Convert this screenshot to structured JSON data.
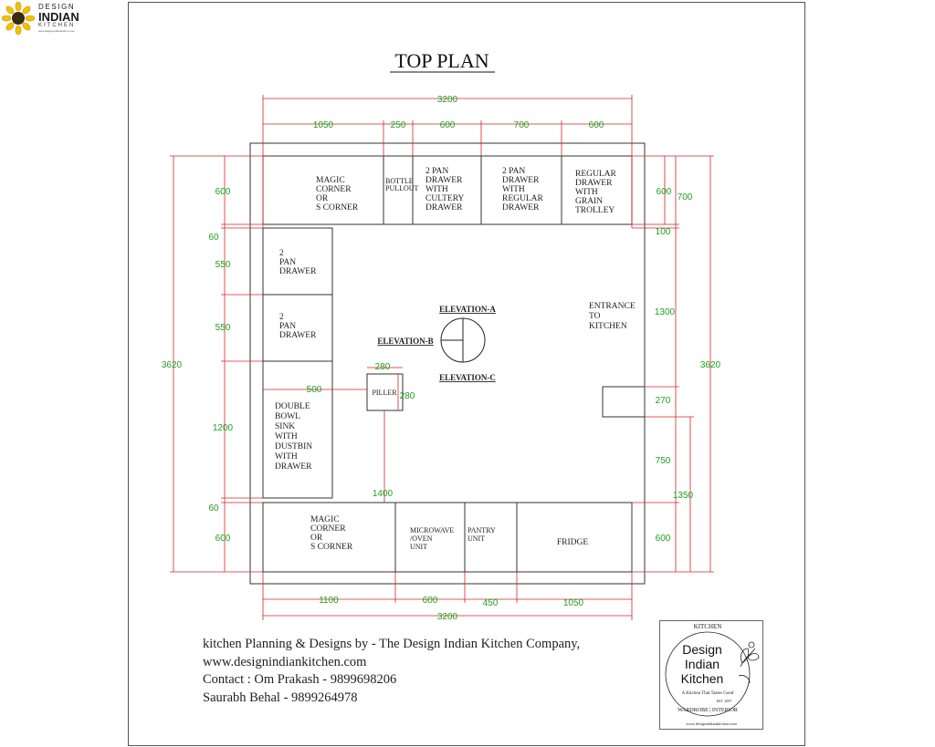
{
  "logo": {
    "line1": "DESIGN",
    "line2": "INDIAN",
    "line3": "KITCHEN",
    "url": "www.designindiankitchen.com",
    "accent": "#f2c200"
  },
  "title": "TOP PLAN",
  "dims": {
    "top_total": "3200",
    "top_1": "1050",
    "top_2": "250",
    "top_3": "600",
    "top_4": "700",
    "top_5": "600",
    "bot_total": "3200",
    "bot_1": "1100",
    "bot_2": "600",
    "bot_3": "450",
    "bot_4": "1050",
    "left_total": "3620",
    "left_600a": "600",
    "left_60a": "60",
    "left_550a": "550",
    "left_550b": "550",
    "left_1200": "1200",
    "left_60b": "60",
    "left_600b": "600",
    "right_total": "3620",
    "right_600a": "600",
    "right_700": "700",
    "right_100": "100",
    "right_1300": "1300",
    "right_270": "270",
    "right_750": "750",
    "right_1350": "1350",
    "right_600b": "600",
    "pillar_w": "280",
    "pillar_h": "280",
    "inner_500": "500",
    "inner_1400": "1400"
  },
  "units": {
    "magic_corner_top": [
      "MAGIC",
      "CORNER",
      "OR",
      "S CORNER"
    ],
    "bottle_pullout": [
      "BOTTLE",
      "PULLOUT"
    ],
    "pan_cutlery": [
      "2   PAN",
      "DRAWER",
      "WITH",
      "CULTERY",
      "DRAWER"
    ],
    "pan_regular": [
      "2   PAN",
      "DRAWER",
      "WITH",
      "REGULAR",
      "DRAWER"
    ],
    "grain_trolley": [
      "REGULAR",
      "DRAWER",
      "WITH",
      "GRAIN",
      "TROLLEY"
    ],
    "pan_drawer_1": [
      "2",
      "PAN",
      "DRAWER"
    ],
    "pan_drawer_2": [
      "2",
      "PAN",
      "DRAWER"
    ],
    "sink": [
      "DOUBLE",
      "BOWL",
      "SINK",
      "WITH",
      "DUSTBIN",
      "WITH",
      "DRAWER"
    ],
    "magic_corner_bottom": [
      "MAGIC",
      "CORNER",
      "OR",
      "S CORNER"
    ],
    "microwave": [
      "MICROWAVE",
      "/OVEN",
      "UNIT"
    ],
    "pantry": [
      "PANTRY",
      "UNIT"
    ],
    "fridge": "FRIDGE",
    "pillar": "PILLER",
    "entrance": [
      "ENTRANCE",
      "TO",
      "KITCHEN"
    ]
  },
  "elevations": {
    "a": "ELEVATION-A",
    "b": "ELEVATION-B",
    "c": "ELEVATION-C"
  },
  "credits": {
    "line1": "kitchen Planning & Designs by - The Design Indian Kitchen Company,",
    "line2": "www.designindiankitchen.com",
    "line3": "Contact : Om Prakash - 9899698206",
    "line4": "Saurabh Behal - 9899264978"
  },
  "stamp": {
    "top_arc": "KITCHEN",
    "name1": "Design",
    "name2": "Indian",
    "name3": "Kitchen",
    "tagline": "A Kitchen That Tastes Good",
    "est": "EST. 2007",
    "bottom": "WARDROBE | INTERIOR",
    "url": "www.designindiankitchen.com"
  },
  "colors": {
    "dimension": "#1ea01e",
    "dimension_line": "#d4242a",
    "ink": "#222222"
  }
}
